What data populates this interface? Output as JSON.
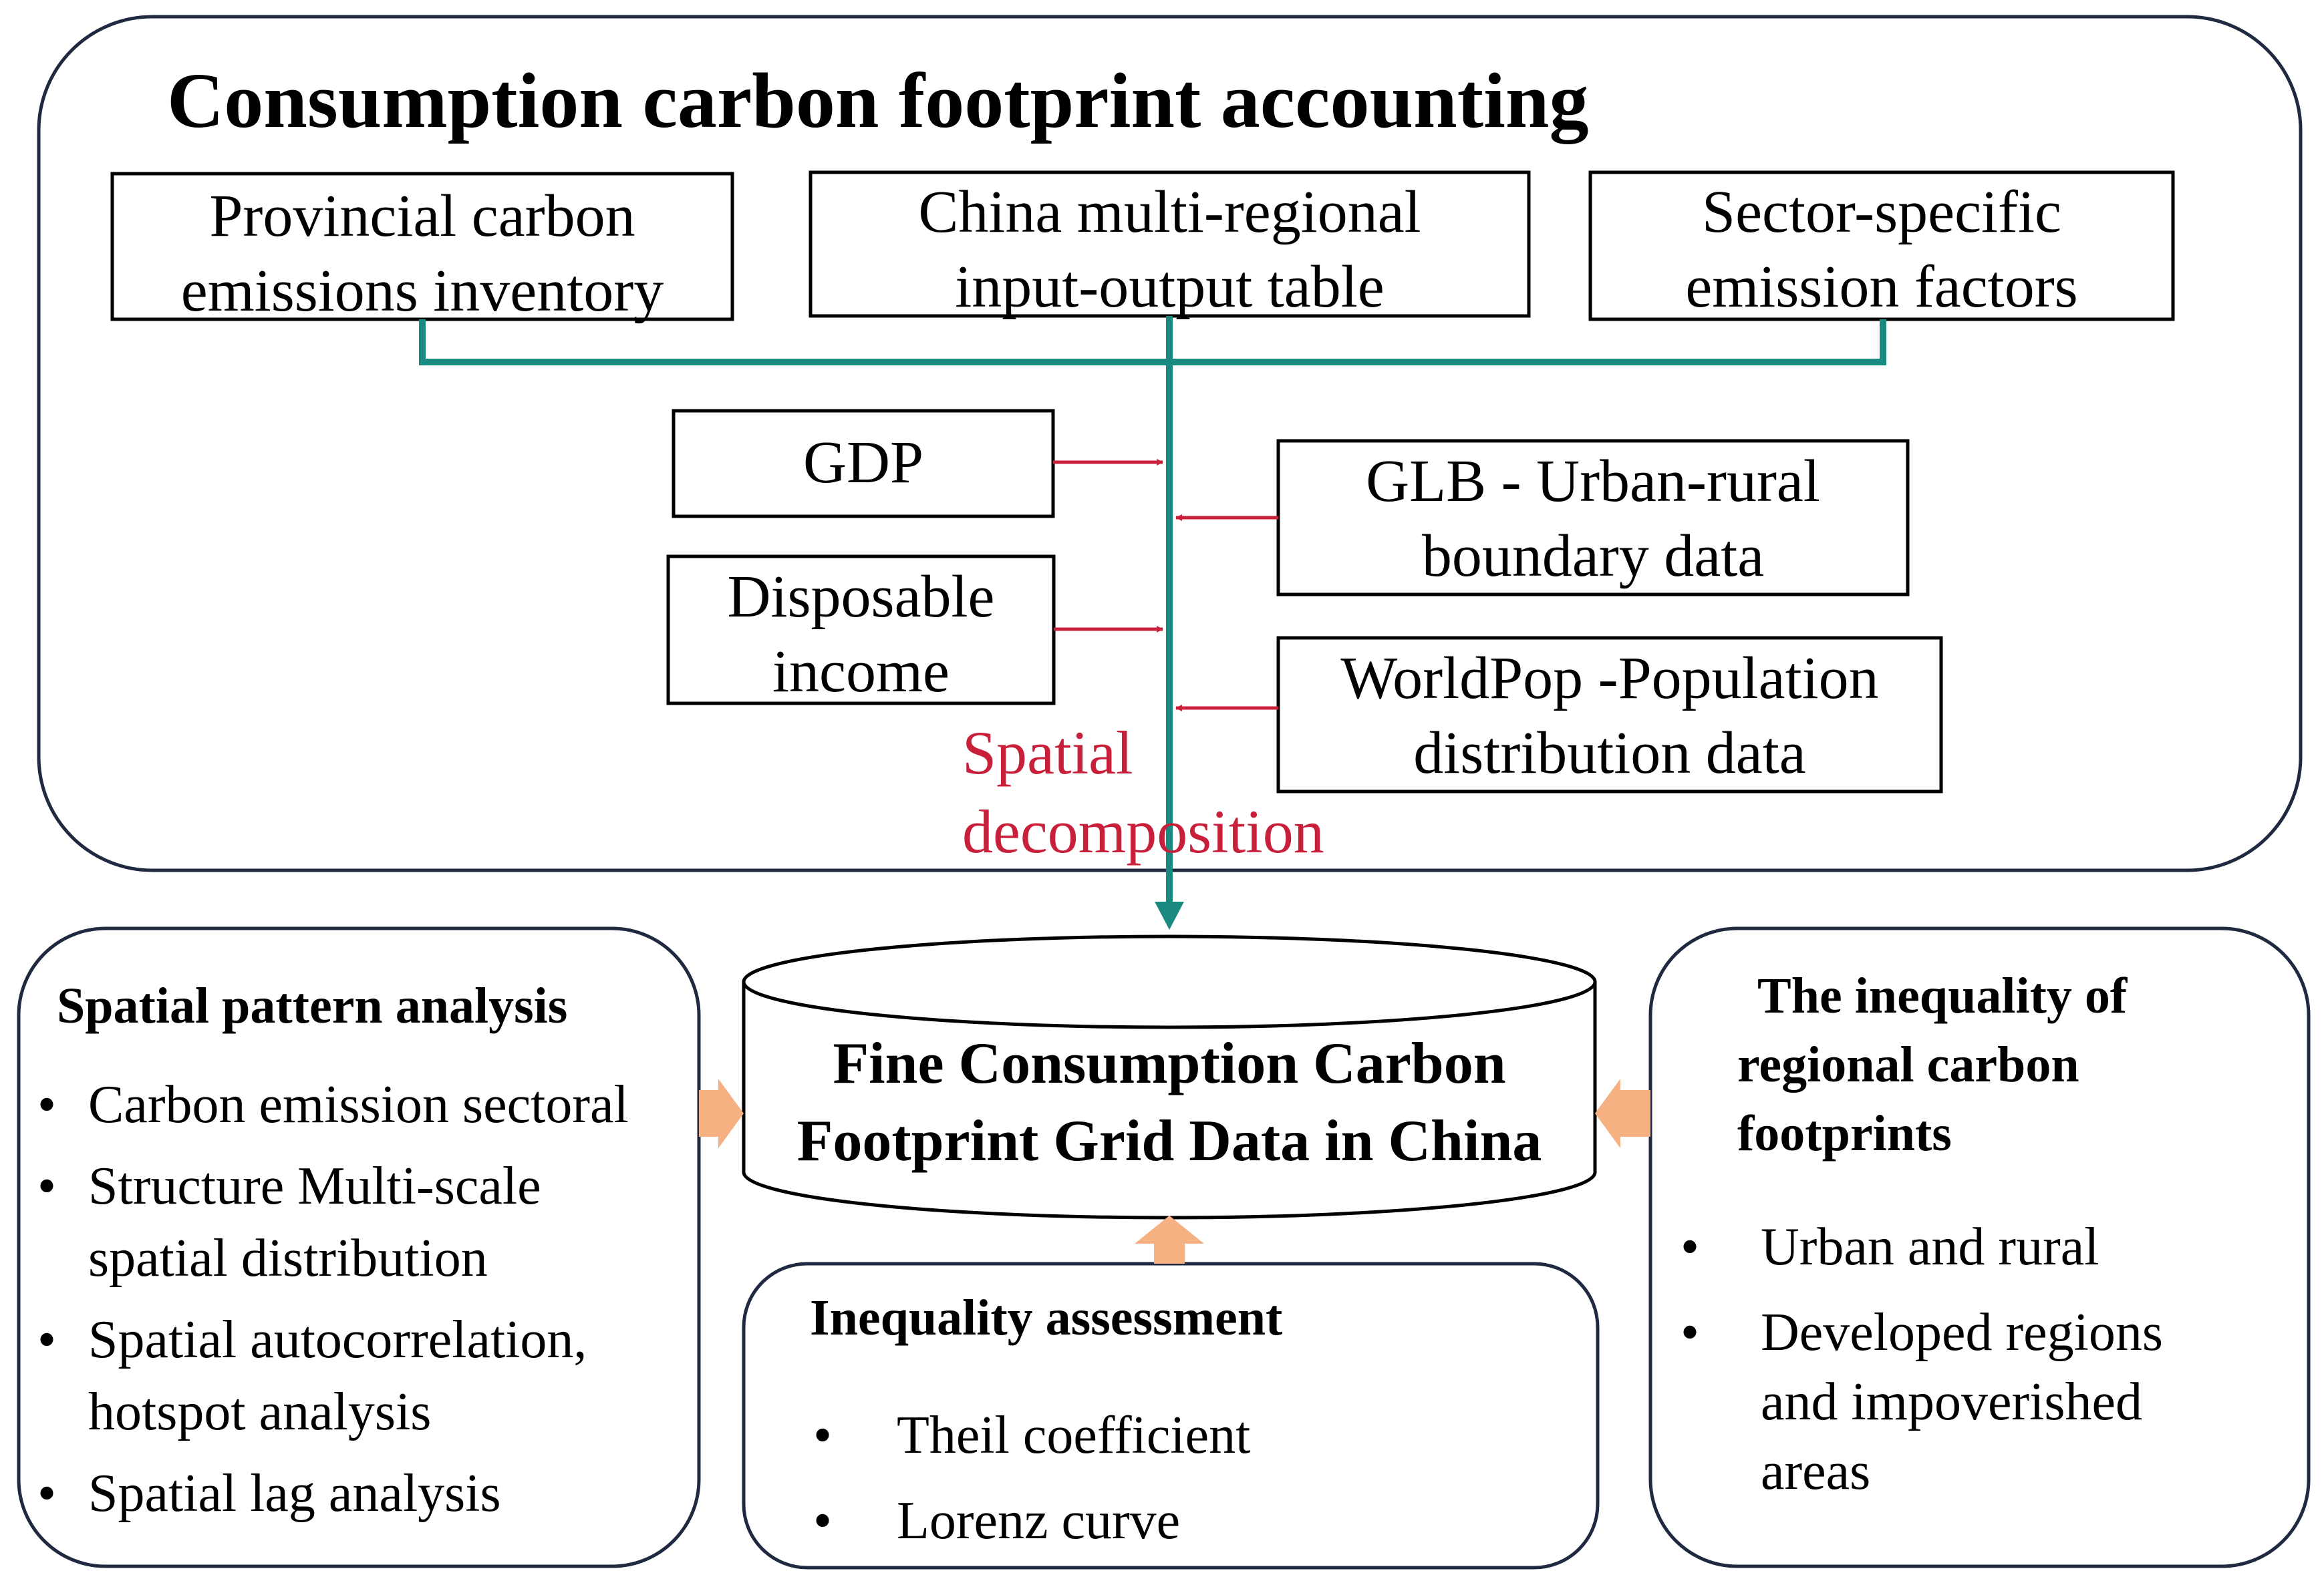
{
  "title": "Consumption carbon footprint accounting",
  "inputs": {
    "provincial": [
      "Provincial carbon",
      "emissions inventory"
    ],
    "mrio": [
      "China multi-regional",
      "input-output table"
    ],
    "factors": [
      "Sector-specific",
      "emission factors"
    ]
  },
  "auxiliary": {
    "gdp": "GDP",
    "income": [
      "Disposable",
      "income"
    ],
    "glb": [
      "GLB - Urban-rural",
      "boundary data"
    ],
    "worldpop": [
      "WorldPop -Population",
      "distribution data"
    ]
  },
  "decomposition_label": [
    "Spatial",
    "decomposition"
  ],
  "database": [
    "Fine Consumption Carbon",
    "Footprint Grid Data in China"
  ],
  "spatial_pattern": {
    "title": "Spatial pattern analysis",
    "bullet": "•",
    "items": [
      [
        "Carbon emission sectoral"
      ],
      [
        "Structure Multi-scale",
        "spatial distribution"
      ],
      [
        "Spatial autocorrelation,",
        "hotspot analysis"
      ],
      [
        "Spatial lag analysis"
      ]
    ]
  },
  "inequality_assessment": {
    "title": "Inequality assessment",
    "bullet": "•",
    "items": [
      "Theil coefficient",
      "Lorenz curve"
    ]
  },
  "regional_inequality": {
    "title": [
      "The inequality of",
      "regional carbon",
      "footprints"
    ],
    "bullet": "•",
    "items": [
      [
        "Urban and rural"
      ],
      [
        "Developed regions",
        "and impoverished",
        "areas"
      ]
    ]
  },
  "colors": {
    "trunk": "#1a8a80",
    "arrow_red": "#c8203a",
    "arrow_orange": "#f5b182",
    "box_border": "#1f2940"
  }
}
